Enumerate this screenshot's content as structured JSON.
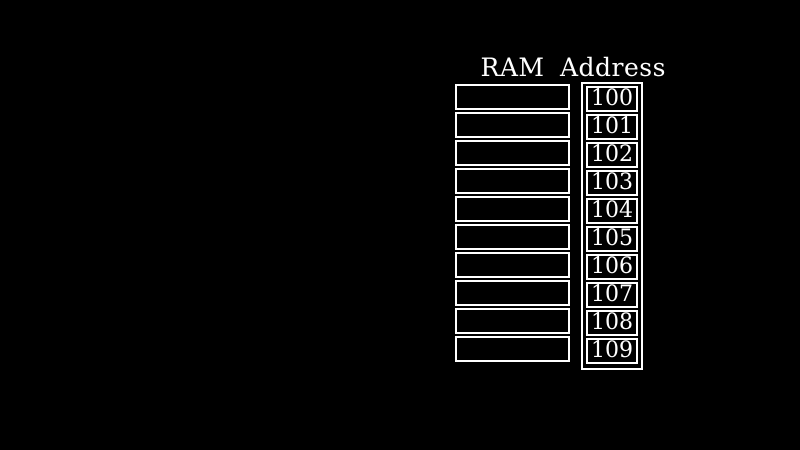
{
  "diagram": {
    "ram_header": "RAM",
    "address_header": "Address",
    "ram_cells": [
      "",
      "",
      "",
      "",
      "",
      "",
      "",
      "",
      "",
      ""
    ],
    "addresses": [
      "100",
      "101",
      "102",
      "103",
      "104",
      "105",
      "106",
      "107",
      "108",
      "109"
    ],
    "colors": {
      "background": "#000000",
      "foreground": "#ffffff"
    }
  }
}
